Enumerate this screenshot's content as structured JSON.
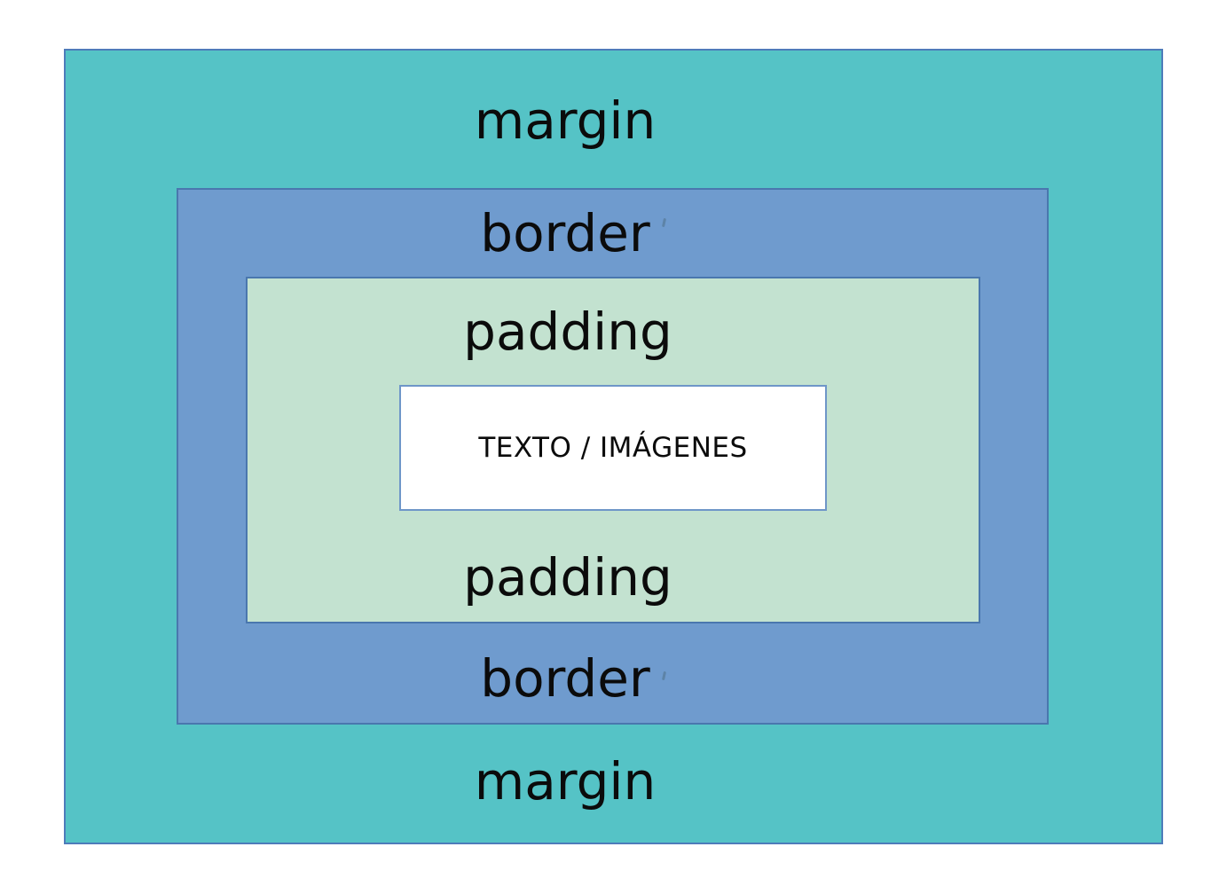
{
  "diagram": {
    "name": "css-box-model",
    "background": "#ffffff",
    "text_color": "#0b0b0b",
    "boxes": [
      {
        "id": "margin",
        "label_top": "margin",
        "label_bottom": "margin",
        "fill": "#55c3c6",
        "stroke": "#4e7cba"
      },
      {
        "id": "border",
        "label_top": "border",
        "label_bottom": "border",
        "fill": "#6f9bce",
        "stroke": "#4a77ae"
      },
      {
        "id": "padding",
        "label_top": "padding",
        "label_bottom": "padding",
        "fill": "#c3e2d0",
        "stroke": "#4a77ae"
      },
      {
        "id": "content",
        "label": "TEXTO / IMÁGENES",
        "fill": "#ffffff",
        "stroke": "#6e96c8"
      }
    ]
  }
}
